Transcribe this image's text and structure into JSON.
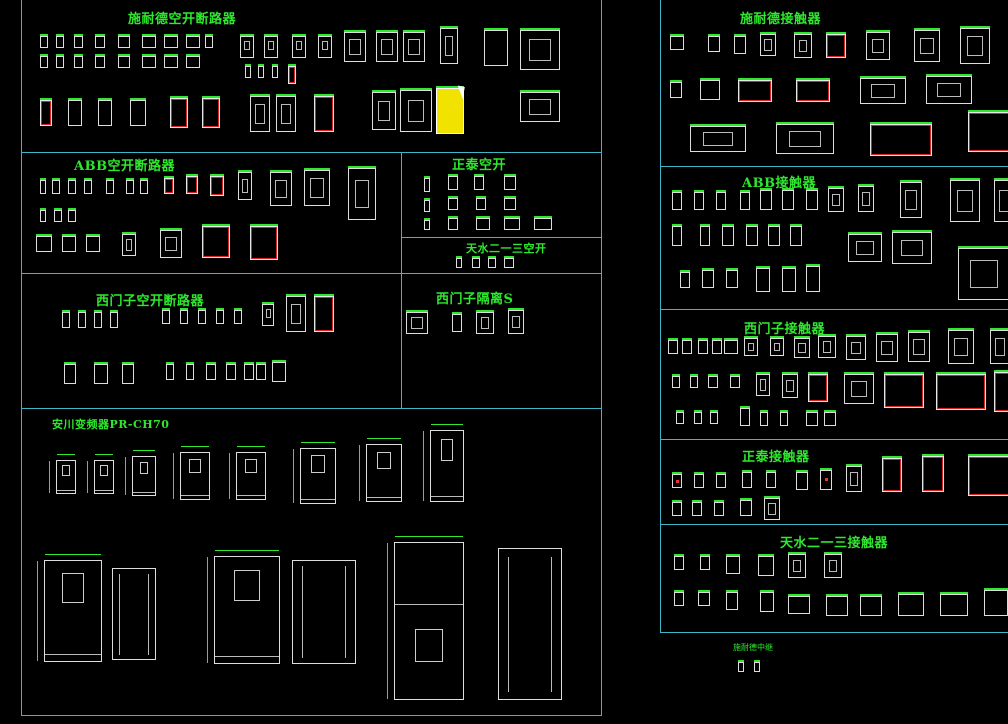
{
  "sections": {
    "schneider_breaker": "施耐德空开断路器",
    "abb_breaker": "ABB空开断路器",
    "chint_breaker": "正泰空开",
    "tianshui_breaker": "天水二一三空开",
    "siemens_breaker": "西门子空开断路器",
    "siemens_switch": "西门子隔离S",
    "yaskawa": "安川变频器PR-CH70",
    "schneider_contactor": "施耐德接触器",
    "abb_contactor": "ABB接触器",
    "siemens_contactor": "西门子接触器",
    "chint_contactor": "正泰接触器",
    "tianshui_contactor": "天水二一三接触器",
    "bottom_note": "施耐德中继"
  },
  "colors": {
    "frame": "#3cb6c8",
    "text": "#2ee82e",
    "symbol": "#dddddd",
    "accent_red": "#dd2222",
    "highlight": "#f2e200"
  }
}
